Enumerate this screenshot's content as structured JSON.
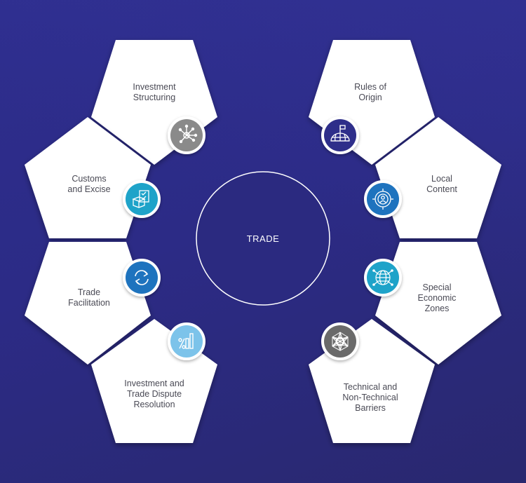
{
  "center": {
    "label": "TRADE"
  },
  "colors": {
    "background": "#2b2a7e",
    "pentagon": "#ffffff",
    "label_text": "#4a4a55",
    "icon_gray": "#8a8a8a",
    "icon_teal": "#1ea3c9",
    "icon_blue": "#1e73be",
    "icon_lightblue": "#7cc3ea",
    "icon_navy": "#2e2e8a",
    "icon_darkgray": "#6a6a6a"
  },
  "nodes": [
    {
      "id": "investment-structuring",
      "label": "Investment\nStructuring",
      "icon": "network-nodes-icon",
      "color": "#8a8a8a"
    },
    {
      "id": "customs-excise",
      "label": "Customs\nand Excise",
      "icon": "package-checklist-icon",
      "color": "#1ea3c9"
    },
    {
      "id": "trade-facilitation",
      "label": "Trade\nFacilitation",
      "icon": "exchange-arrows-icon",
      "color": "#1e73be"
    },
    {
      "id": "dispute-resolution",
      "label": "Investment and\nTrade Dispute\nResolution",
      "icon": "percent-chart-icon",
      "color": "#7cc3ea"
    },
    {
      "id": "rules-of-origin",
      "label": "Rules of\nOrigin",
      "icon": "globe-flag-icon",
      "color": "#2e2e8a"
    },
    {
      "id": "local-content",
      "label": "Local\nContent",
      "icon": "person-target-icon",
      "color": "#1e73be"
    },
    {
      "id": "special-economic-zones",
      "label": "Special\nEconomic\nZones",
      "icon": "globe-network-icon",
      "color": "#1ea3c9"
    },
    {
      "id": "technical-barriers",
      "label": "Technical and\nNon-Technical\nBarriers",
      "icon": "web-mesh-icon",
      "color": "#6a6a6a"
    }
  ]
}
